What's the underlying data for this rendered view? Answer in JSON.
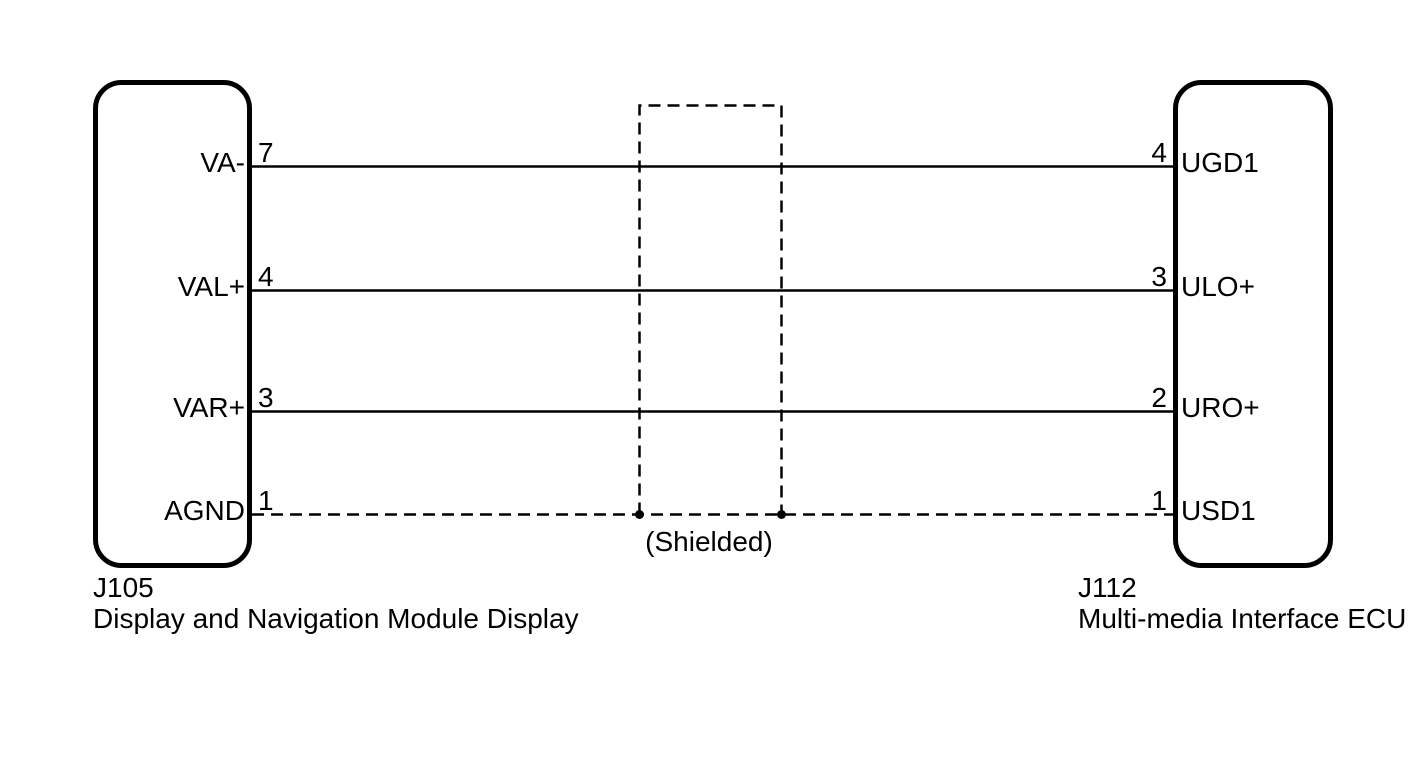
{
  "colors": {
    "line": "#000000",
    "text": "#000000",
    "background": "#ffffff"
  },
  "left_connector": {
    "id": "J105",
    "name": "Display and Navigation Module Display",
    "pins": [
      {
        "number": "7",
        "label": "VA-"
      },
      {
        "number": "4",
        "label": "VAL+"
      },
      {
        "number": "3",
        "label": "VAR+"
      },
      {
        "number": "1",
        "label": "AGND"
      }
    ]
  },
  "right_connector": {
    "id": "J112",
    "name": "Multi-media Interface ECU",
    "pins": [
      {
        "number": "4",
        "label": "UGD1"
      },
      {
        "number": "3",
        "label": "ULO+"
      },
      {
        "number": "2",
        "label": "URO+"
      },
      {
        "number": "1",
        "label": "USD1"
      }
    ]
  },
  "shield": {
    "label": "(Shielded)"
  },
  "wires": [
    {
      "from_pin": "J105-7 VA-",
      "to_pin": "J112-4 UGD1",
      "style": "solid"
    },
    {
      "from_pin": "J105-4 VAL+",
      "to_pin": "J112-3 ULO+",
      "style": "solid"
    },
    {
      "from_pin": "J105-3 VAR+",
      "to_pin": "J112-2 URO+",
      "style": "solid"
    },
    {
      "from_pin": "J105-1 AGND",
      "to_pin": "J112-1 USD1",
      "style": "dashed-shield-ground"
    }
  ]
}
